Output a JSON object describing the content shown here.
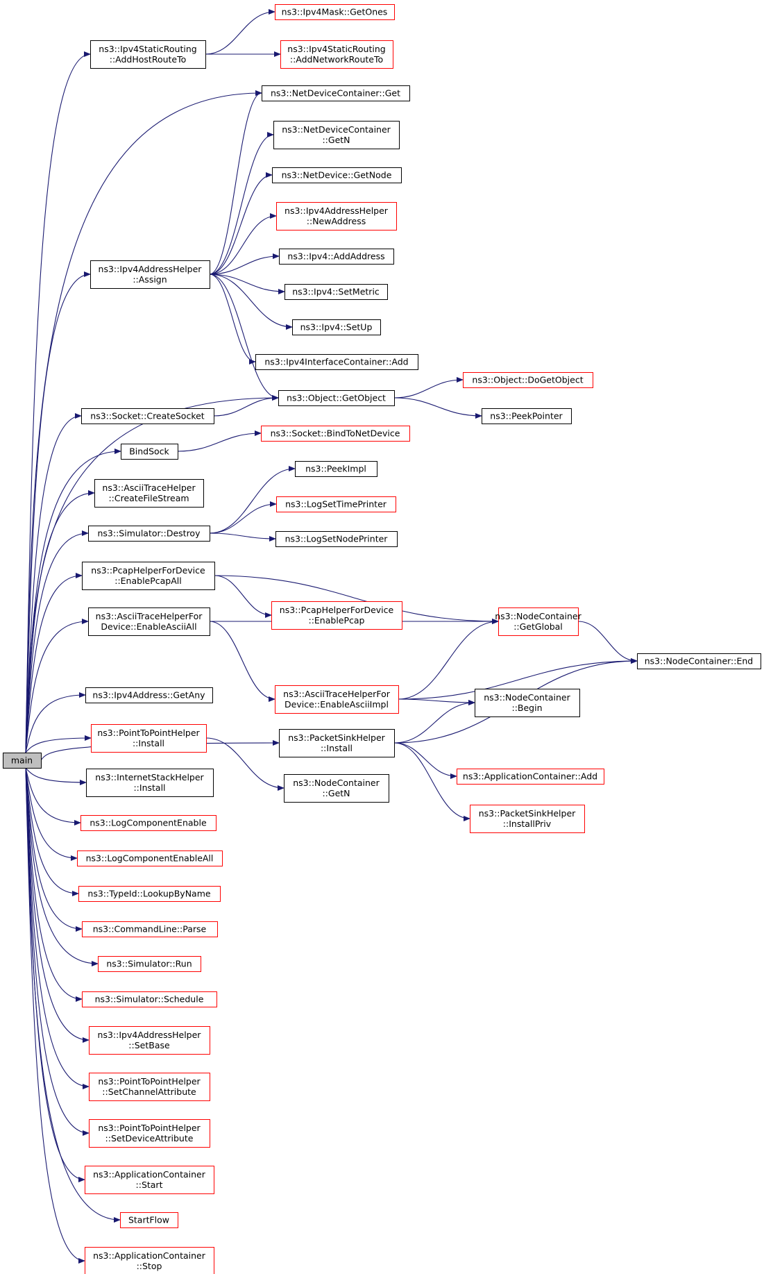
{
  "nodes": [
    {
      "id": "main",
      "label": [
        "main"
      ],
      "style": "root"
    },
    {
      "id": "getones",
      "label": [
        "ns3::Ipv4Mask::GetOnes"
      ],
      "style": "red"
    },
    {
      "id": "addhostroute",
      "label": [
        "ns3::Ipv4StaticRouting",
        "::AddHostRouteTo"
      ],
      "style": "black"
    },
    {
      "id": "addnetworkroute",
      "label": [
        "ns3::Ipv4StaticRouting",
        "::AddNetworkRouteTo"
      ],
      "style": "red"
    },
    {
      "id": "ndc_get",
      "label": [
        "ns3::NetDeviceContainer::Get"
      ],
      "style": "black"
    },
    {
      "id": "ndc_getn",
      "label": [
        "ns3::NetDeviceContainer",
        "::GetN"
      ],
      "style": "black"
    },
    {
      "id": "nd_getnode",
      "label": [
        "ns3::NetDevice::GetNode"
      ],
      "style": "black"
    },
    {
      "id": "newaddress",
      "label": [
        "ns3::Ipv4AddressHelper",
        "::NewAddress"
      ],
      "style": "red"
    },
    {
      "id": "assign",
      "label": [
        "ns3::Ipv4AddressHelper",
        "::Assign"
      ],
      "style": "black"
    },
    {
      "id": "addaddress",
      "label": [
        "ns3::Ipv4::AddAddress"
      ],
      "style": "black"
    },
    {
      "id": "setmetric",
      "label": [
        "ns3::Ipv4::SetMetric"
      ],
      "style": "black"
    },
    {
      "id": "setup",
      "label": [
        "ns3::Ipv4::SetUp"
      ],
      "style": "black"
    },
    {
      "id": "iic_add",
      "label": [
        "ns3::Ipv4InterfaceContainer::Add"
      ],
      "style": "black"
    },
    {
      "id": "dogetobject",
      "label": [
        "ns3::Object::DoGetObject"
      ],
      "style": "red"
    },
    {
      "id": "getobject",
      "label": [
        "ns3::Object::GetObject"
      ],
      "style": "black"
    },
    {
      "id": "createsocket",
      "label": [
        "ns3::Socket::CreateSocket"
      ],
      "style": "black"
    },
    {
      "id": "peekpointer",
      "label": [
        "ns3::PeekPointer"
      ],
      "style": "black"
    },
    {
      "id": "bindtonetdevice",
      "label": [
        "ns3::Socket::BindToNetDevice"
      ],
      "style": "red"
    },
    {
      "id": "bindsock",
      "label": [
        "BindSock"
      ],
      "style": "black"
    },
    {
      "id": "peekimpl",
      "label": [
        "ns3::PeekImpl"
      ],
      "style": "black"
    },
    {
      "id": "createfilestream",
      "label": [
        "ns3::AsciiTraceHelper",
        "::CreateFileStream"
      ],
      "style": "black"
    },
    {
      "id": "logsettimeprinter",
      "label": [
        "ns3::LogSetTimePrinter"
      ],
      "style": "red"
    },
    {
      "id": "destroy",
      "label": [
        "ns3::Simulator::Destroy"
      ],
      "style": "black"
    },
    {
      "id": "logsetnodeprinter",
      "label": [
        "ns3::LogSetNodePrinter"
      ],
      "style": "black"
    },
    {
      "id": "enablepcapall",
      "label": [
        "ns3::PcapHelperForDevice",
        "::EnablePcapAll"
      ],
      "style": "black"
    },
    {
      "id": "enablepcap",
      "label": [
        "ns3::PcapHelperForDevice",
        "::EnablePcap"
      ],
      "style": "red"
    },
    {
      "id": "getglobal",
      "label": [
        "ns3::NodeContainer",
        "::GetGlobal"
      ],
      "style": "red"
    },
    {
      "id": "enableasciiall",
      "label": [
        "ns3::AsciiTraceHelperFor",
        "Device::EnableAsciiAll"
      ],
      "style": "black"
    },
    {
      "id": "nc_end",
      "label": [
        "ns3::NodeContainer::End"
      ],
      "style": "black"
    },
    {
      "id": "enableasciiimpl",
      "label": [
        "ns3::AsciiTraceHelperFor",
        "Device::EnableAsciiImpl"
      ],
      "style": "red"
    },
    {
      "id": "ipv4addr_getany",
      "label": [
        "ns3::Ipv4Address::GetAny"
      ],
      "style": "black"
    },
    {
      "id": "nc_begin",
      "label": [
        "ns3::NodeContainer",
        "::Begin"
      ],
      "style": "black"
    },
    {
      "id": "p2p_install",
      "label": [
        "ns3::PointToPointHelper",
        "::Install"
      ],
      "style": "red"
    },
    {
      "id": "psh_install",
      "label": [
        "ns3::PacketSinkHelper",
        "::Install"
      ],
      "style": "black"
    },
    {
      "id": "inet_install",
      "label": [
        "ns3::InternetStackHelper",
        "::Install"
      ],
      "style": "black"
    },
    {
      "id": "nc_getn",
      "label": [
        "ns3::NodeContainer",
        "::GetN"
      ],
      "style": "black"
    },
    {
      "id": "appcont_add",
      "label": [
        "ns3::ApplicationContainer::Add"
      ],
      "style": "red"
    },
    {
      "id": "installpriv",
      "label": [
        "ns3::PacketSinkHelper",
        "::InstallPriv"
      ],
      "style": "red"
    },
    {
      "id": "logcomponentenable",
      "label": [
        "ns3::LogComponentEnable"
      ],
      "style": "red"
    },
    {
      "id": "logcomponentenableall",
      "label": [
        "ns3::LogComponentEnableAll"
      ],
      "style": "red"
    },
    {
      "id": "lookupbyname",
      "label": [
        "ns3::TypeId::LookupByName"
      ],
      "style": "red"
    },
    {
      "id": "cmdparse",
      "label": [
        "ns3::CommandLine::Parse"
      ],
      "style": "red"
    },
    {
      "id": "simrun",
      "label": [
        "ns3::Simulator::Run"
      ],
      "style": "red"
    },
    {
      "id": "simschedule",
      "label": [
        "ns3::Simulator::Schedule"
      ],
      "style": "red"
    },
    {
      "id": "setbase",
      "label": [
        "ns3::Ipv4AddressHelper",
        "::SetBase"
      ],
      "style": "red"
    },
    {
      "id": "setchannelattr",
      "label": [
        "ns3::PointToPointHelper",
        "::SetChannelAttribute"
      ],
      "style": "red"
    },
    {
      "id": "setdeviceattr",
      "label": [
        "ns3::PointToPointHelper",
        "::SetDeviceAttribute"
      ],
      "style": "red"
    },
    {
      "id": "appcont_start",
      "label": [
        "ns3::ApplicationContainer",
        "::Start"
      ],
      "style": "red"
    },
    {
      "id": "startflow",
      "label": [
        "StartFlow"
      ],
      "style": "red"
    },
    {
      "id": "appcont_stop",
      "label": [
        "ns3::ApplicationContainer",
        "::Stop"
      ],
      "style": "red"
    }
  ],
  "edges": [
    [
      "main",
      "addhostroute"
    ],
    [
      "main",
      "assign"
    ],
    [
      "main",
      "ndc_get"
    ],
    [
      "main",
      "getobject"
    ],
    [
      "main",
      "createsocket"
    ],
    [
      "main",
      "bindsock"
    ],
    [
      "main",
      "createfilestream"
    ],
    [
      "main",
      "destroy"
    ],
    [
      "main",
      "enablepcapall"
    ],
    [
      "main",
      "enableasciiall"
    ],
    [
      "main",
      "psh_install"
    ],
    [
      "main",
      "ipv4addr_getany"
    ],
    [
      "main",
      "p2p_install"
    ],
    [
      "main",
      "inet_install"
    ],
    [
      "main",
      "logcomponentenable"
    ],
    [
      "main",
      "logcomponentenableall"
    ],
    [
      "main",
      "lookupbyname"
    ],
    [
      "main",
      "cmdparse"
    ],
    [
      "main",
      "simrun"
    ],
    [
      "main",
      "simschedule"
    ],
    [
      "main",
      "setbase"
    ],
    [
      "main",
      "setchannelattr"
    ],
    [
      "main",
      "setdeviceattr"
    ],
    [
      "main",
      "appcont_start"
    ],
    [
      "main",
      "startflow"
    ],
    [
      "main",
      "appcont_stop"
    ],
    [
      "addhostroute",
      "getones"
    ],
    [
      "addhostroute",
      "addnetworkroute"
    ],
    [
      "assign",
      "ndc_get"
    ],
    [
      "assign",
      "ndc_getn"
    ],
    [
      "assign",
      "nd_getnode"
    ],
    [
      "assign",
      "newaddress"
    ],
    [
      "assign",
      "addaddress"
    ],
    [
      "assign",
      "setmetric"
    ],
    [
      "assign",
      "setup"
    ],
    [
      "assign",
      "iic_add"
    ],
    [
      "assign",
      "getobject"
    ],
    [
      "getobject",
      "dogetobject"
    ],
    [
      "getobject",
      "peekpointer"
    ],
    [
      "createsocket",
      "getobject"
    ],
    [
      "bindsock",
      "bindtonetdevice"
    ],
    [
      "destroy",
      "peekimpl"
    ],
    [
      "destroy",
      "logsettimeprinter"
    ],
    [
      "destroy",
      "logsetnodeprinter"
    ],
    [
      "enablepcapall",
      "getglobal"
    ],
    [
      "enablepcapall",
      "enablepcap"
    ],
    [
      "enableasciiall",
      "getglobal"
    ],
    [
      "enableasciiall",
      "enableasciiimpl"
    ],
    [
      "getglobal",
      "nc_end"
    ],
    [
      "enableasciiimpl",
      "getglobal"
    ],
    [
      "enableasciiimpl",
      "nc_end"
    ],
    [
      "enableasciiimpl",
      "nc_begin"
    ],
    [
      "psh_install",
      "nc_begin"
    ],
    [
      "psh_install",
      "nc_end"
    ],
    [
      "psh_install",
      "appcont_add"
    ],
    [
      "psh_install",
      "installpriv"
    ],
    [
      "p2p_install",
      "nc_getn"
    ]
  ],
  "colors": {
    "edge": "#191970",
    "node_border_black": "#000000",
    "node_border_red": "#ff0000",
    "root_fill": "#bfbfbf"
  }
}
